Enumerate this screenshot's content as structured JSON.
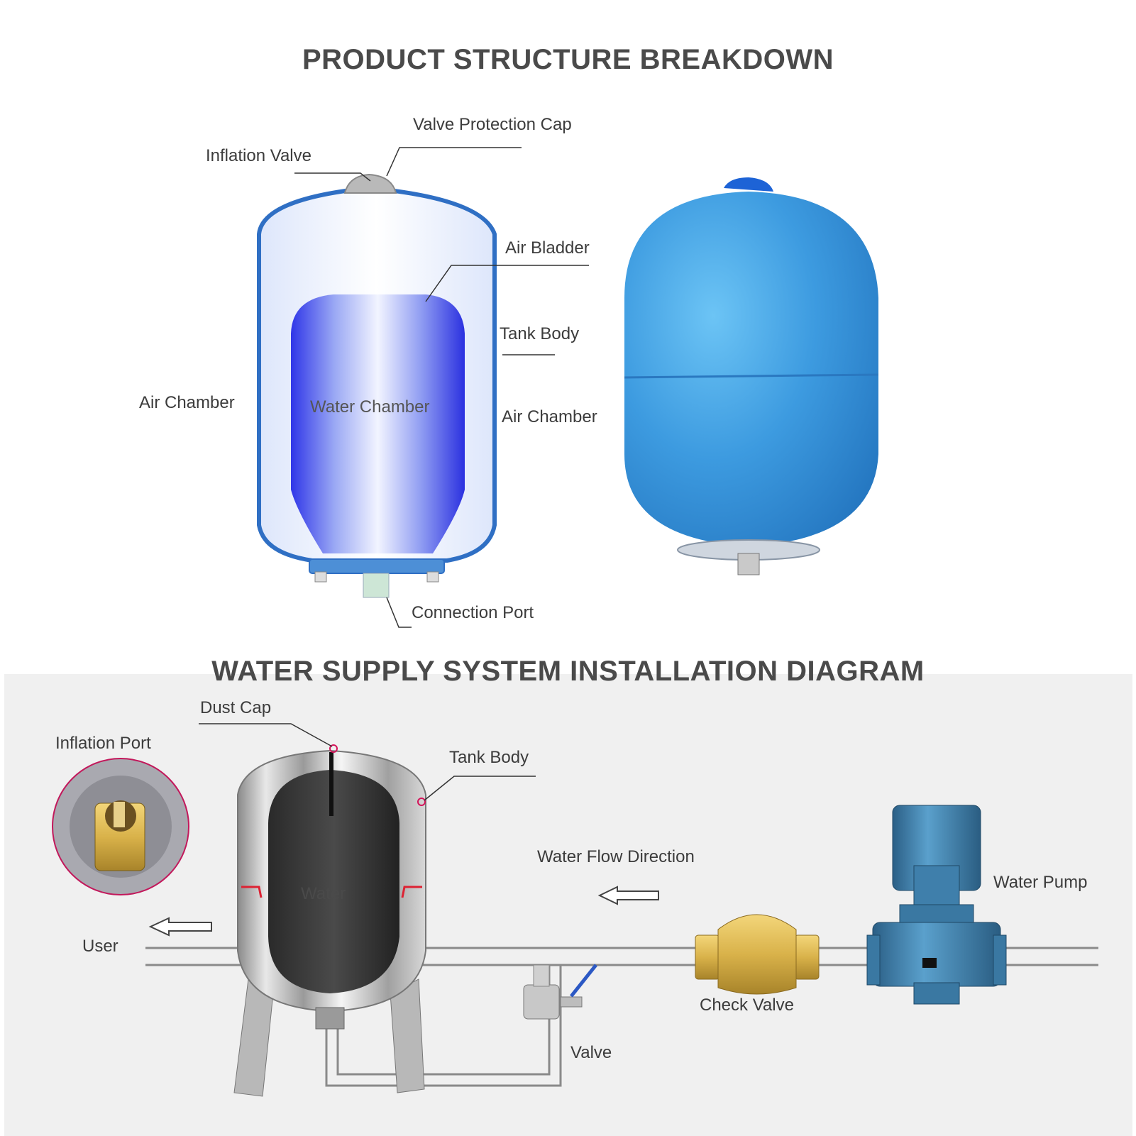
{
  "titles": {
    "top": "PRODUCT STRUCTURE BREAKDOWN",
    "bottom": "WATER SUPPLY SYSTEM INSTALLATION DIAGRAM"
  },
  "structure_labels": {
    "valve_protection_cap": "Valve Protection Cap",
    "inflation_valve": "Inflation Valve",
    "air_bladder": "Air Bladder",
    "tank_body": "Tank Body",
    "air_chamber_left": "Air Chamber",
    "water_chamber": "Water Chamber",
    "air_chamber_right": "Air Chamber",
    "connection_port": "Connection Port"
  },
  "installation_labels": {
    "dust_cap": "Dust Cap",
    "inflation_port": "Inflation Port",
    "tank_body": "Tank Body",
    "water": "Water",
    "water_flow_direction": "Water Flow Direction",
    "water_pump": "Water Pump",
    "user": "User",
    "check_valve": "Check Valve",
    "valve": "Valve"
  },
  "colors": {
    "tank_outline": "#2f6fc4",
    "bladder_blue": "#3a3ff0",
    "product_tank_blue": "#3d9be0",
    "stainless": "#bdbdbd",
    "brass": "#d9b24a",
    "pump_blue": "#3c7fae",
    "pipe_gray": "#8a8a8a",
    "panel_bg": "#f0f0f0"
  }
}
